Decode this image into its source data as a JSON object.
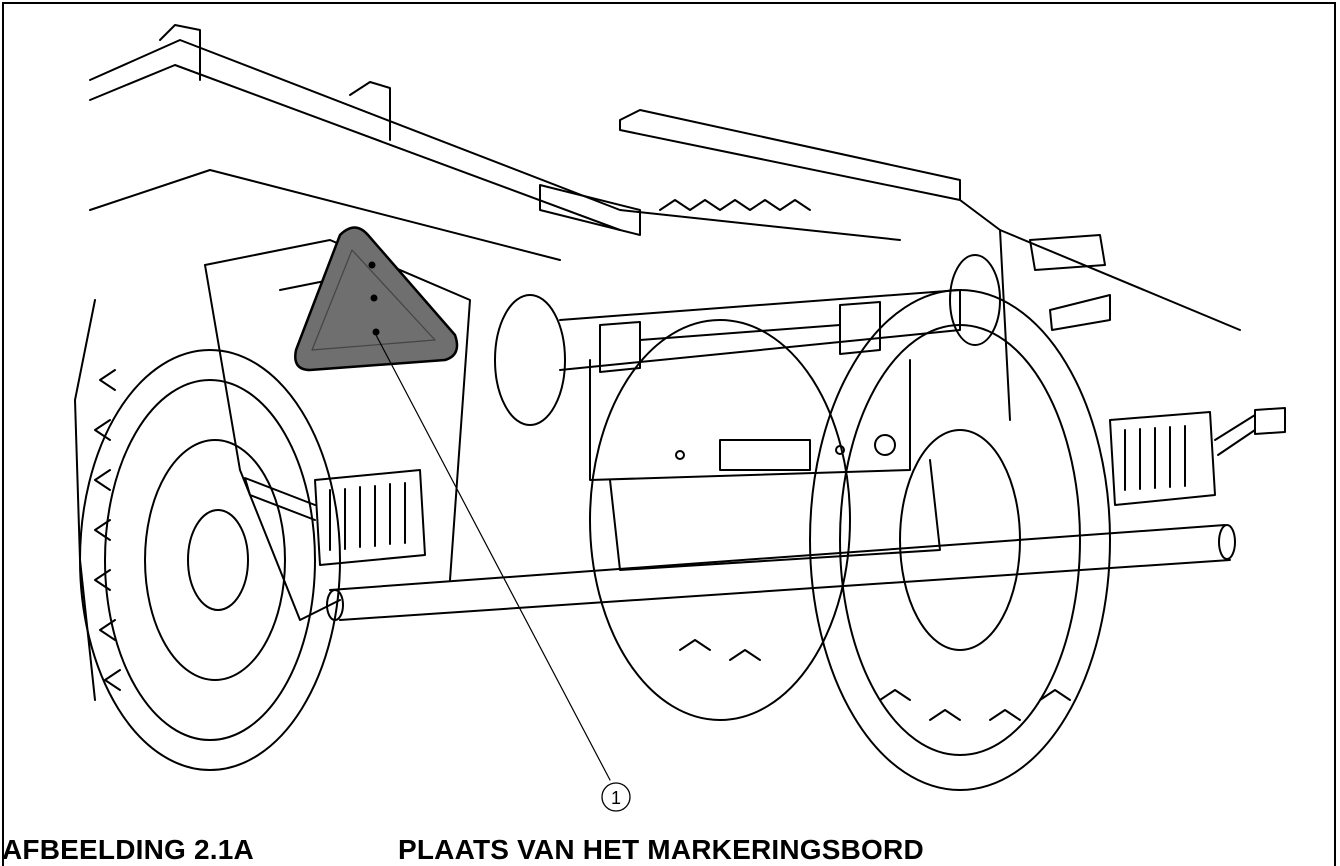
{
  "figure": {
    "number": "AFBEELDING 2.1A",
    "title": "PLAATS VAN HET MARKERINGSBORD",
    "callouts": [
      {
        "label": "1"
      }
    ]
  },
  "colors": {
    "line": "#000000",
    "sign_fill": "#6f6f6f",
    "background": "#ffffff"
  }
}
